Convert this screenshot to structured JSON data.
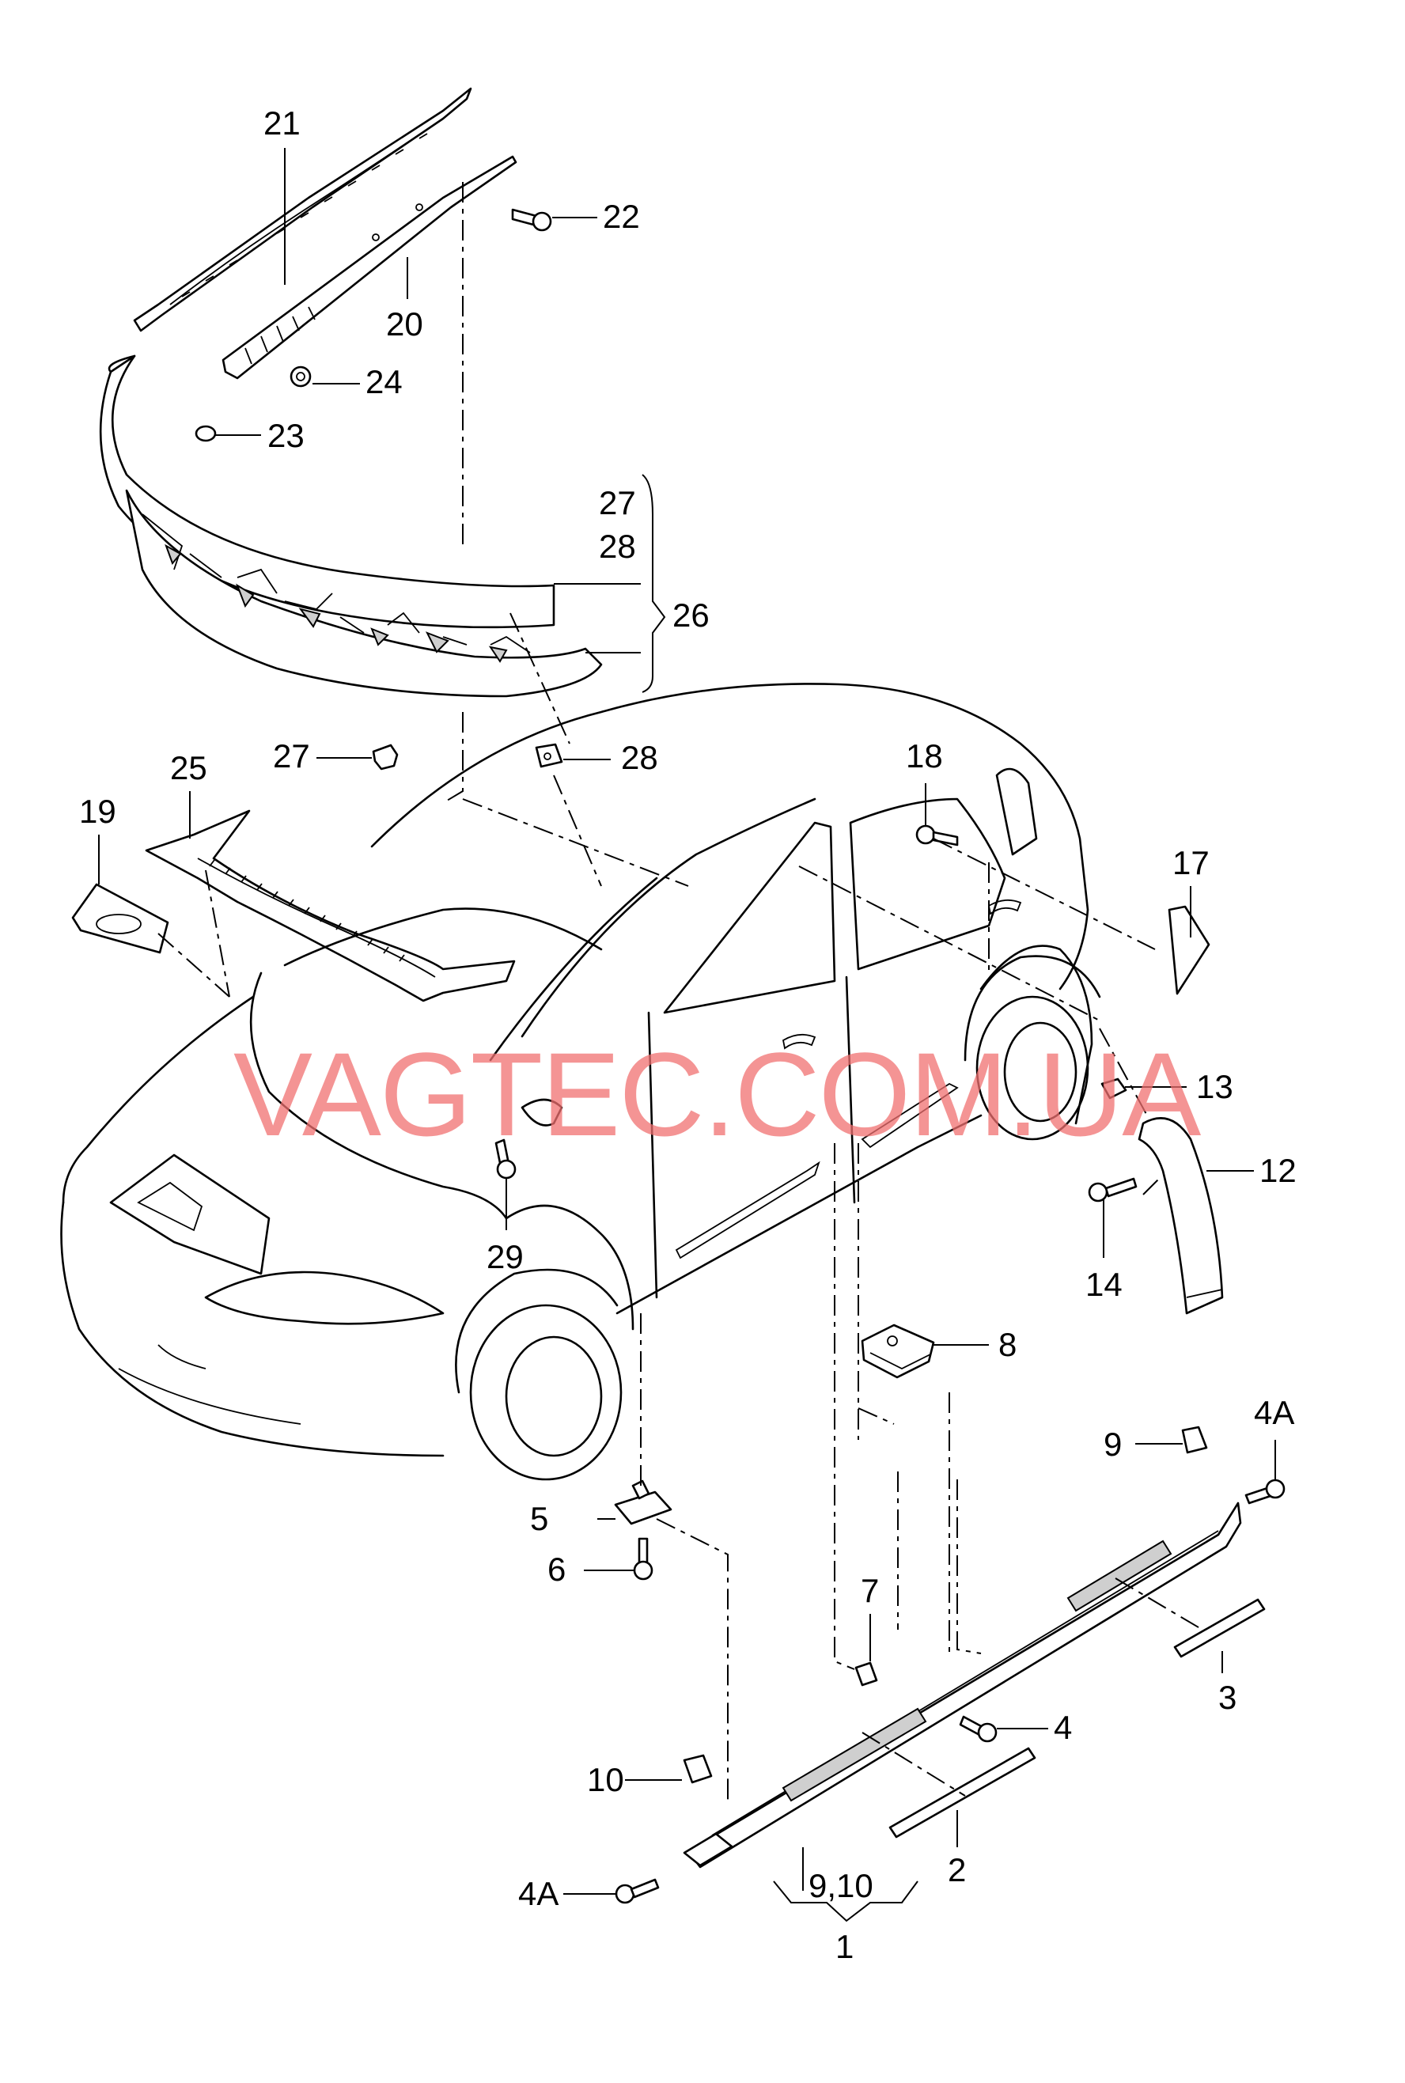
{
  "watermark": "VAGTEC.COM.UA",
  "labels": {
    "l1": "1",
    "l2": "2",
    "l3": "3",
    "l4": "4",
    "l4a_right": "4A",
    "l4a_left": "4A",
    "l5": "5",
    "l6": "6",
    "l7": "7",
    "l8": "8",
    "l9": "9",
    "l9_10": "9,10",
    "l10": "10",
    "l12": "12",
    "l13": "13",
    "l14": "14",
    "l17": "17",
    "l18": "18",
    "l19": "19",
    "l20": "20",
    "l21": "21",
    "l22": "22",
    "l23": "23",
    "l24": "24",
    "l25": "25",
    "l26": "26",
    "l27_group": "27",
    "l28_group": "28",
    "l27": "27",
    "l28": "28",
    "l29": "29"
  }
}
